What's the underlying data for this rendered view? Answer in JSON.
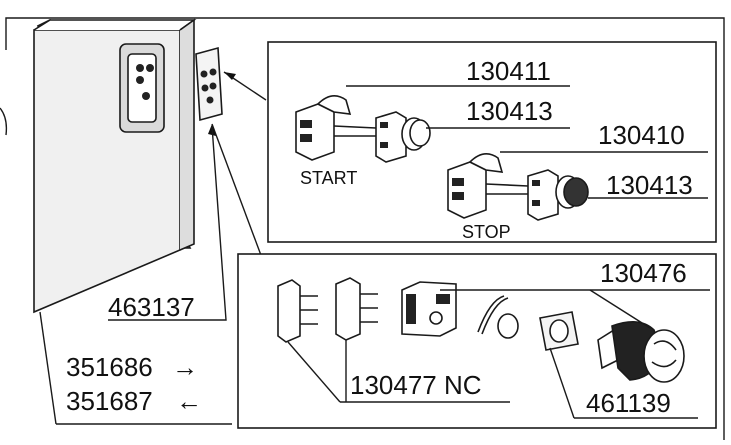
{
  "colors": {
    "stroke": "#1a1a1a",
    "panel_fill": "#eeeeee",
    "part_dark": "#222222",
    "background": "#ffffff"
  },
  "top_box": {
    "start": {
      "label": "START",
      "contact_number": "130411",
      "button_number": "130413"
    },
    "stop": {
      "label": "STOP",
      "contact_number": "130410",
      "button_number": "130413"
    }
  },
  "bottom_box": {
    "contact_nc": "130477 NC",
    "emergency_button": "130476",
    "gasket": "461139"
  },
  "panel_label": "463137",
  "door_label_in": "351686",
  "door_label_out": "351687",
  "arrows": {
    "in": "→",
    "out": "←"
  }
}
